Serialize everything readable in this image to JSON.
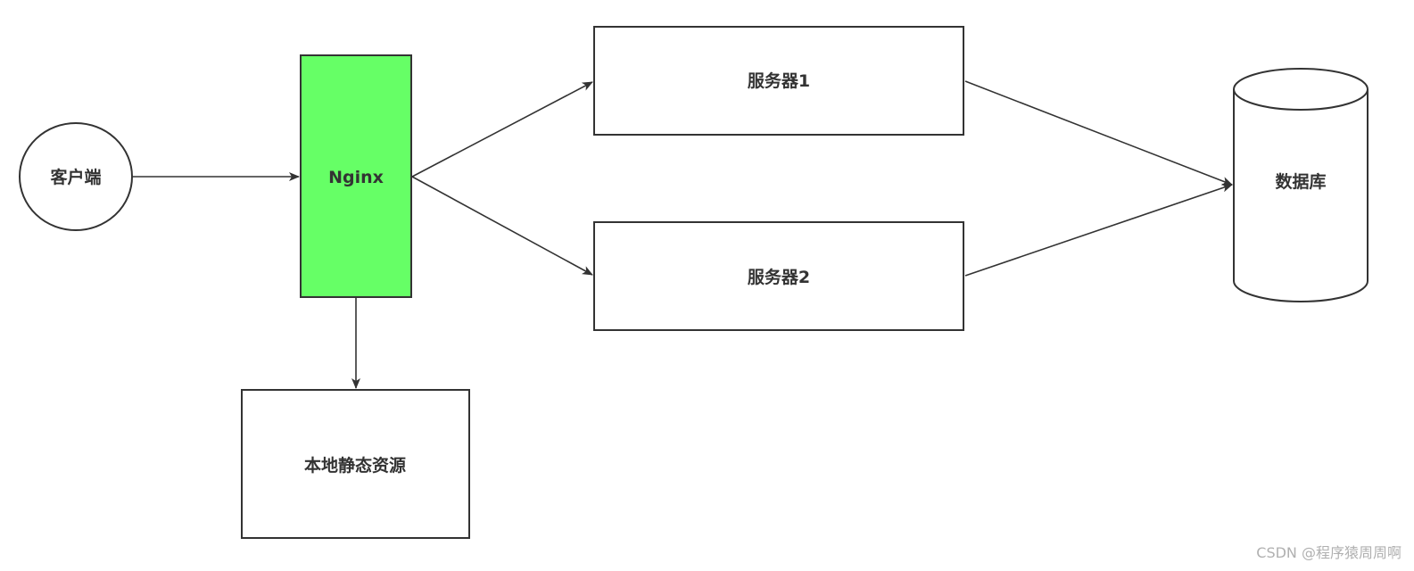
{
  "nodes": {
    "client": "客户端",
    "nginx": "Nginx",
    "static": "本地静态资源",
    "server1": "服务器1",
    "server2": "服务器2",
    "database": "数据库"
  },
  "colors": {
    "nginx_fill": "#66ff66",
    "stroke": "#333333",
    "text": "#333333",
    "watermark": "#b0b0b0"
  },
  "watermark": "CSDN @程序猿周周啊"
}
